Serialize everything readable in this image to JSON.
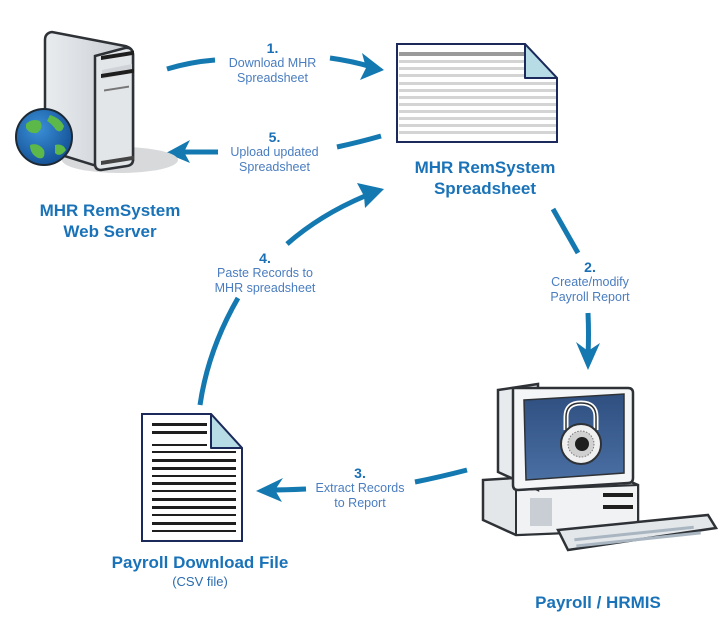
{
  "colors": {
    "arrow": "#1479b0",
    "node_label": "#1a73b8",
    "step_text": "#4a7dc0",
    "step_number": "#1a6fb5",
    "doc_outline": "#1b2a5a",
    "doc_fold": "#b7dce6",
    "screen": "#3c5a88"
  },
  "nodes": {
    "web_server": {
      "label_line1": "MHR RemSystem",
      "label_line2": "Web Server",
      "icon": "server-globe-icon"
    },
    "spreadsheet": {
      "label_line1": "MHR RemSystem",
      "label_line2": "Spreadsheet",
      "icon": "spreadsheet-document-icon"
    },
    "payroll_hrmis": {
      "label": "Payroll / HRMIS",
      "icon": "locked-computer-icon"
    },
    "download_file": {
      "label": "Payroll Download File",
      "sublabel": "(CSV file)",
      "icon": "text-document-icon"
    }
  },
  "steps": [
    {
      "number": "1.",
      "line1": "Download MHR",
      "line2": "Spreadsheet"
    },
    {
      "number": "2.",
      "line1": "Create/modify",
      "line2": "Payroll Report"
    },
    {
      "number": "3.",
      "line1": "Extract Records",
      "line2": "to Report"
    },
    {
      "number": "4.",
      "line1": "Paste Records to",
      "line2": "MHR spreadsheet"
    },
    {
      "number": "5.",
      "line1": "Upload updated",
      "line2": "Spreadsheet"
    }
  ]
}
